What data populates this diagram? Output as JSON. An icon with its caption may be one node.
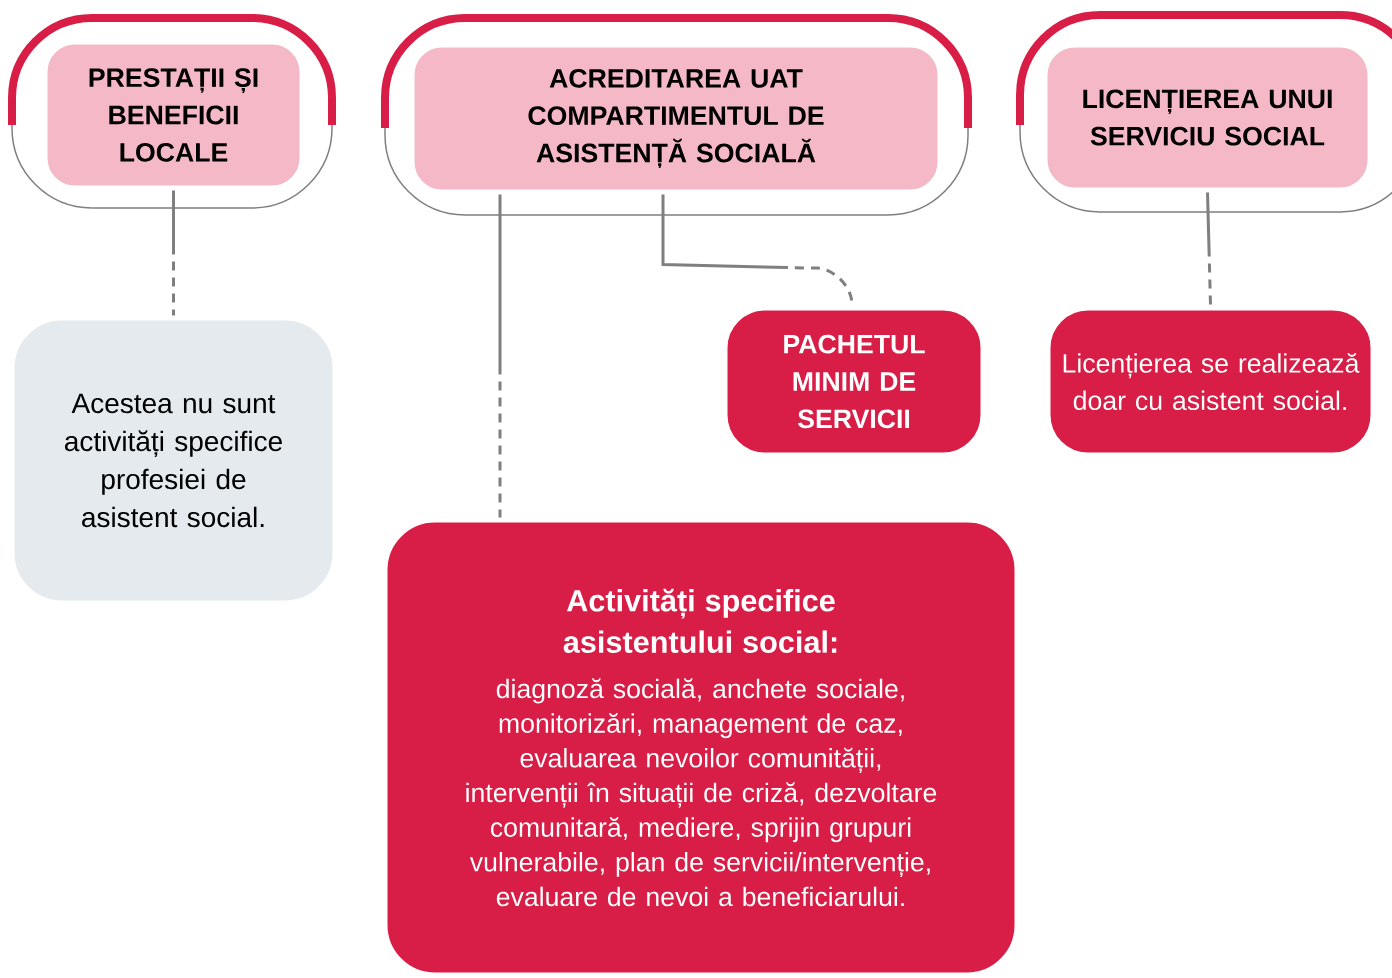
{
  "diagram": {
    "nodes": [
      {
        "text": [
          "PRESTAȚII ȘI BENEFICII LOCALE"
        ]
      },
      {
        "text": [
          "ACREDITAREA UAT COMPARTIMENTUL DE ASISTENȚĂ SOCIALĂ"
        ]
      },
      {
        "text": [
          "LICENȚIEREA UNUI SERVICIU SOCIAL"
        ]
      },
      {
        "text": [
          "Acestea nu sunt activități specifice profesiei de asistent social."
        ]
      },
      {
        "text": [
          "PACHETUL MINIM DE SERVICII"
        ]
      },
      {
        "text": [
          "Licențierea se realizează doar cu asistent social."
        ]
      },
      {
        "text": [
          "Activități specifice asistentului social:",
          "diagnoză socială, anchete sociale, monitorizări, management de caz, evaluarea nevoilor comunității, intervenții în situații de criză, dezvoltare comunitară, mediere, sprijin grupuri vulnerabile, plan de servicii/intervenție, evaluare de nevoi a beneficiarului."
        ]
      }
    ],
    "edges": [
      {
        "from": 0,
        "to": 3,
        "arrow": "none"
      },
      {
        "from": 1,
        "to": 4,
        "arrow": "none"
      },
      {
        "from": 1,
        "to": 6,
        "arrow": "none"
      },
      {
        "from": 2,
        "to": 5,
        "arrow": "none"
      }
    ]
  }
}
